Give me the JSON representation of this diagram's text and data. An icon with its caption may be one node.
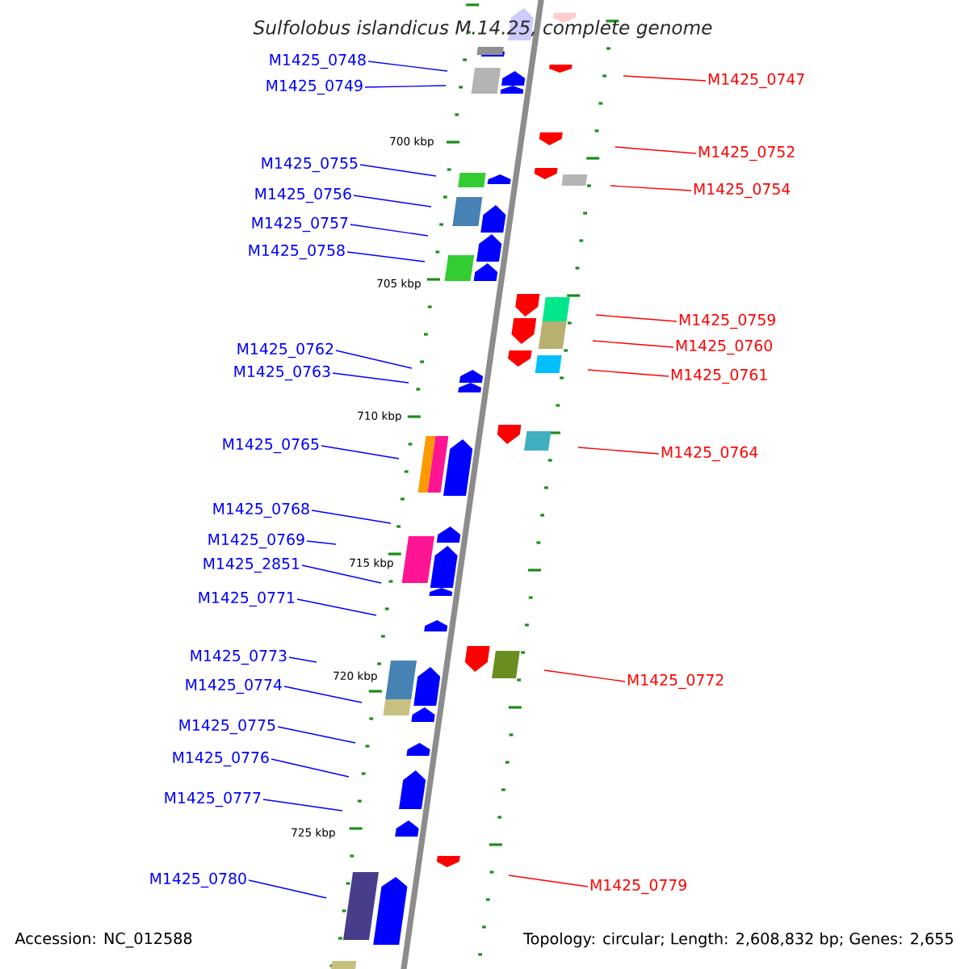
{
  "diagram": {
    "title": "Sulfolobus islandicus M.14.25, complete genome",
    "nodes": [
      {
        "text": [
          "M1425_0748"
        ]
      },
      {
        "text": [
          "M1425_0747"
        ]
      },
      {
        "text": [
          "M1425_0749"
        ]
      },
      {
        "text": [
          "M1425_0752"
        ]
      },
      {
        "text": [
          "M1425_0755"
        ]
      },
      {
        "text": [
          "M1425_0754"
        ]
      },
      {
        "text": [
          "M1425_0756"
        ]
      },
      {
        "text": [
          "M1425_0757"
        ]
      },
      {
        "text": [
          "M1425_0758"
        ]
      },
      {
        "text": [
          "M1425_0759"
        ]
      },
      {
        "text": [
          "M1425_0760"
        ]
      },
      {
        "text": [
          "M1425_0762"
        ]
      },
      {
        "text": [
          "M1425_0763"
        ]
      },
      {
        "text": [
          "M1425_0761"
        ]
      },
      {
        "text": [
          "M1425_0765"
        ]
      },
      {
        "text": [
          "M1425_0764"
        ]
      },
      {
        "text": [
          "M1425_0768"
        ]
      },
      {
        "text": [
          "M1425_0769"
        ]
      },
      {
        "text": [
          "M1425_2851"
        ]
      },
      {
        "text": [
          "M1425_0771"
        ]
      },
      {
        "text": [
          "M1425_0773"
        ]
      },
      {
        "text": [
          "M1425_0772"
        ]
      },
      {
        "text": [
          "M1425_0774"
        ]
      },
      {
        "text": [
          "M1425_0775"
        ]
      },
      {
        "text": [
          "M1425_0776"
        ]
      },
      {
        "text": [
          "M1425_0777"
        ]
      },
      {
        "text": [
          "M1425_0780"
        ]
      },
      {
        "text": [
          "M1425_0779"
        ]
      }
    ],
    "edges": [
      {
        "from": 0,
        "to": null,
        "arrow": "none"
      },
      {
        "from": 1,
        "to": null,
        "arrow": "none",
        "color": "#ff0000"
      },
      {
        "from": 2,
        "to": null,
        "arrow": "none"
      },
      {
        "from": 3,
        "to": null,
        "arrow": "none",
        "color": "#ff0000"
      },
      {
        "from": 4,
        "to": null,
        "arrow": "none"
      },
      {
        "from": 5,
        "to": null,
        "arrow": "none",
        "color": "#ff0000"
      },
      {
        "from": 6,
        "to": null,
        "arrow": "none"
      },
      {
        "from": 7,
        "to": null,
        "arrow": "none"
      },
      {
        "from": 8,
        "to": null,
        "arrow": "none"
      },
      {
        "from": 9,
        "to": null,
        "arrow": "none",
        "color": "#ff0000"
      },
      {
        "from": 10,
        "to": null,
        "arrow": "none",
        "color": "#ff0000"
      },
      {
        "from": 11,
        "to": null,
        "arrow": "none"
      },
      {
        "from": 12,
        "to": null,
        "arrow": "none"
      },
      {
        "from": 13,
        "to": null,
        "arrow": "none",
        "color": "#ff0000"
      },
      {
        "from": 14,
        "to": null,
        "arrow": "none"
      },
      {
        "from": 15,
        "to": null,
        "arrow": "none",
        "color": "#ff0000"
      },
      {
        "from": 16,
        "to": null,
        "arrow": "none"
      },
      {
        "from": 17,
        "to": null,
        "arrow": "none"
      },
      {
        "from": 18,
        "to": null,
        "arrow": "none"
      },
      {
        "from": 19,
        "to": null,
        "arrow": "none"
      },
      {
        "from": 20,
        "to": null,
        "arrow": "none"
      },
      {
        "from": 21,
        "to": null,
        "arrow": "none",
        "color": "#ff0000"
      },
      {
        "from": 22,
        "to": null,
        "arrow": "none"
      },
      {
        "from": 23,
        "to": null,
        "arrow": "none"
      },
      {
        "from": 24,
        "to": null,
        "arrow": "none"
      },
      {
        "from": 25,
        "to": null,
        "arrow": "none"
      },
      {
        "from": 26,
        "to": null,
        "arrow": "none"
      },
      {
        "from": 27,
        "to": null,
        "arrow": "none",
        "color": "#ff0000"
      }
    ],
    "labels": [
      "700 kbp",
      "705 kbp",
      "710 kbp",
      "715 kbp",
      "720 kbp",
      "725 kbp",
      "Accession: NC_012588",
      "Topology: circular; Length: 2,608,832 bp; Genes: 2,655"
    ]
  }
}
